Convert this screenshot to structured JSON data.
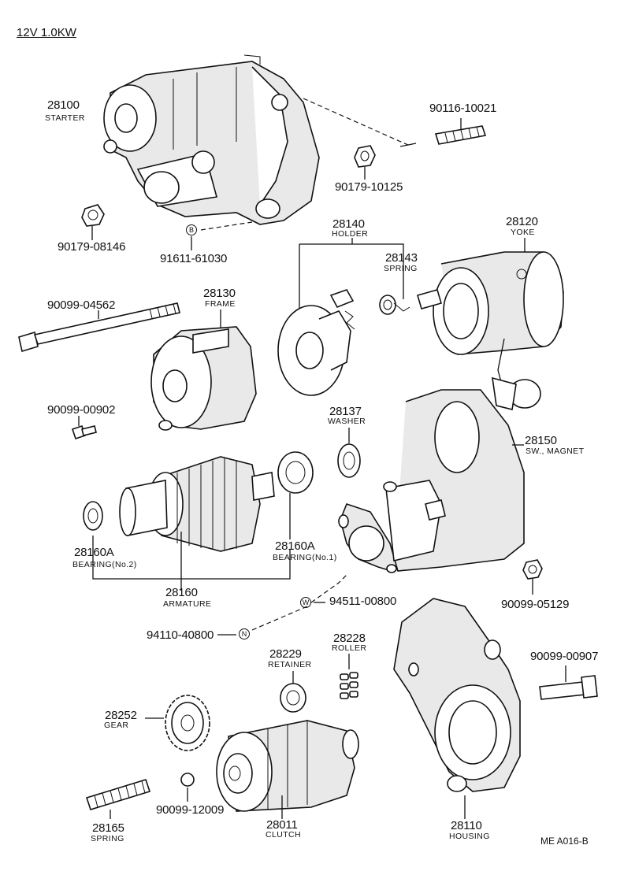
{
  "header": {
    "title": "12V 1.0KW"
  },
  "footer": {
    "code": "ME A016-B"
  },
  "parts": {
    "p28100": {
      "number": "28100",
      "name": "STARTER"
    },
    "p90116": {
      "number": "90116-10021"
    },
    "p90179a": {
      "number": "90179-10125"
    },
    "p90179b": {
      "number": "90179-08146"
    },
    "p91611": {
      "number": "91611-61030",
      "marker": "B"
    },
    "p28140": {
      "number": "28140",
      "name": "HOLDER"
    },
    "p28143": {
      "number": "28143",
      "name": "SPRING"
    },
    "p28120": {
      "number": "28120",
      "name": "YOKE"
    },
    "p90099_04562": {
      "number": "90099-04562"
    },
    "p28130": {
      "number": "28130",
      "name": "FRAME"
    },
    "p90099_00902": {
      "number": "90099-00902"
    },
    "p28137": {
      "number": "28137",
      "name": "WASHER"
    },
    "p28150": {
      "number": "28150",
      "name": "SW., MAGNET"
    },
    "p28160A_2": {
      "number": "28160A",
      "name": "BEARING(No.2)"
    },
    "p28160A_1": {
      "number": "28160A",
      "name": "BEARING(No.1)"
    },
    "p28160": {
      "number": "28160",
      "name": "ARMATURE"
    },
    "p94511": {
      "number": "94511-00800",
      "marker": "W"
    },
    "p90099_05129": {
      "number": "90099-05129"
    },
    "p94110": {
      "number": "94110-40800",
      "marker": "N"
    },
    "p28228": {
      "number": "28228",
      "name": "ROLLER"
    },
    "p28229": {
      "number": "28229",
      "name": "RETAINER"
    },
    "p90099_00907": {
      "number": "90099-00907"
    },
    "p28252": {
      "number": "28252",
      "name": "GEAR"
    },
    "p90099_12009": {
      "number": "90099-12009"
    },
    "p28165": {
      "number": "28165",
      "name": "SPRING"
    },
    "p28011": {
      "number": "28011",
      "name": "CLUTCH"
    },
    "p28110": {
      "number": "28110",
      "name": "HOUSING"
    }
  }
}
